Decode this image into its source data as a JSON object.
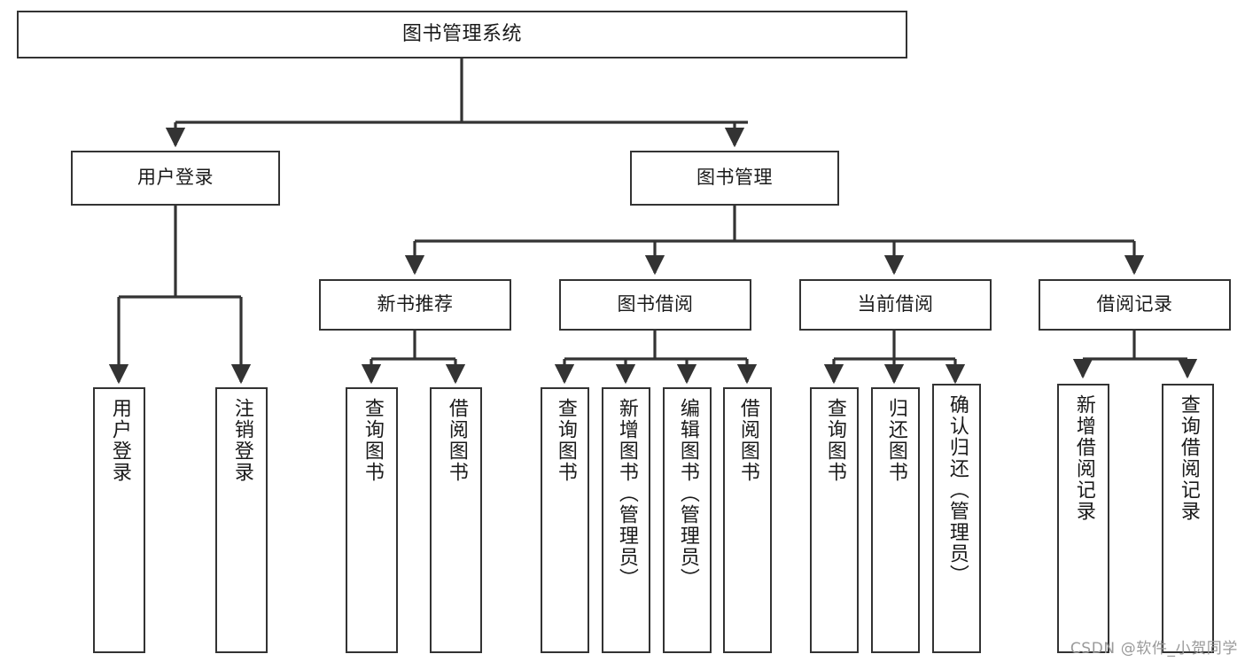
{
  "diagram": {
    "type": "tree-hierarchy-flowchart",
    "title": "图书管理系统",
    "colors": {
      "box_stroke": "#333333",
      "box_fill": "#ffffff",
      "edge_stroke": "#333333",
      "text": "#1a1a1a",
      "background": "#ffffff",
      "watermark": "#9a9a9a"
    },
    "nodes": {
      "root": {
        "label": "图书管理系统",
        "level": 0,
        "orientation": "horizontal"
      },
      "user_login": {
        "label": "用户登录",
        "level": 1,
        "orientation": "horizontal"
      },
      "book_manage": {
        "label": "图书管理",
        "level": 1,
        "orientation": "horizontal"
      },
      "new_book_rec": {
        "label": "新书推荐",
        "level": 2,
        "orientation": "horizontal"
      },
      "book_borrow": {
        "label": "图书借阅",
        "level": 2,
        "orientation": "horizontal"
      },
      "current_borrow": {
        "label": "当前借阅",
        "level": 2,
        "orientation": "horizontal"
      },
      "borrow_record": {
        "label": "借阅记录",
        "level": 2,
        "orientation": "horizontal"
      },
      "leaf_user_login": {
        "label": "用户登录",
        "level": 3,
        "orientation": "vertical",
        "parent": "user_login"
      },
      "leaf_logout": {
        "label": "注销登录",
        "level": 3,
        "orientation": "vertical",
        "parent": "user_login"
      },
      "leaf_query_book_a": {
        "label": "查询图书",
        "level": 3,
        "orientation": "vertical",
        "parent": "new_book_rec"
      },
      "leaf_borrow_book_a": {
        "label": "借阅图书",
        "level": 3,
        "orientation": "vertical",
        "parent": "new_book_rec"
      },
      "leaf_query_book_b": {
        "label": "查询图书",
        "level": 3,
        "orientation": "vertical",
        "parent": "book_borrow"
      },
      "leaf_add_book": {
        "label": "新增图书（管理员）",
        "level": 3,
        "orientation": "vertical",
        "parent": "book_borrow"
      },
      "leaf_edit_book": {
        "label": "编辑图书（管理员）",
        "level": 3,
        "orientation": "vertical",
        "parent": "book_borrow"
      },
      "leaf_borrow_book_b": {
        "label": "借阅图书",
        "level": 3,
        "orientation": "vertical",
        "parent": "book_borrow"
      },
      "leaf_query_book_c": {
        "label": "查询图书",
        "level": 3,
        "orientation": "vertical",
        "parent": "current_borrow"
      },
      "leaf_return_book": {
        "label": "归还图书",
        "level": 3,
        "orientation": "vertical",
        "parent": "current_borrow"
      },
      "leaf_confirm_return": {
        "label": "确认归还（管理员）",
        "level": 3,
        "orientation": "vertical",
        "parent": "current_borrow"
      },
      "leaf_add_record": {
        "label": "新增借阅记录",
        "level": 3,
        "orientation": "vertical",
        "parent": "borrow_record"
      },
      "leaf_query_record": {
        "label": "查询借阅记录",
        "level": 3,
        "orientation": "vertical",
        "parent": "borrow_record"
      }
    },
    "edges": [
      {
        "from": "root",
        "to": "user_login"
      },
      {
        "from": "root",
        "to": "book_manage"
      },
      {
        "from": "book_manage",
        "to": "new_book_rec"
      },
      {
        "from": "book_manage",
        "to": "book_borrow"
      },
      {
        "from": "book_manage",
        "to": "current_borrow"
      },
      {
        "from": "book_manage",
        "to": "borrow_record"
      },
      {
        "from": "user_login",
        "to": "leaf_user_login"
      },
      {
        "from": "user_login",
        "to": "leaf_logout"
      },
      {
        "from": "new_book_rec",
        "to": "leaf_query_book_a"
      },
      {
        "from": "new_book_rec",
        "to": "leaf_borrow_book_a"
      },
      {
        "from": "book_borrow",
        "to": "leaf_query_book_b"
      },
      {
        "from": "book_borrow",
        "to": "leaf_add_book"
      },
      {
        "from": "book_borrow",
        "to": "leaf_edit_book"
      },
      {
        "from": "book_borrow",
        "to": "leaf_borrow_book_b"
      },
      {
        "from": "current_borrow",
        "to": "leaf_query_book_c"
      },
      {
        "from": "current_borrow",
        "to": "leaf_return_book"
      },
      {
        "from": "current_borrow",
        "to": "leaf_confirm_return"
      },
      {
        "from": "borrow_record",
        "to": "leaf_add_record"
      },
      {
        "from": "borrow_record",
        "to": "leaf_query_record"
      }
    ]
  },
  "watermark": {
    "text": "CSDN @软件_小贺同学"
  }
}
